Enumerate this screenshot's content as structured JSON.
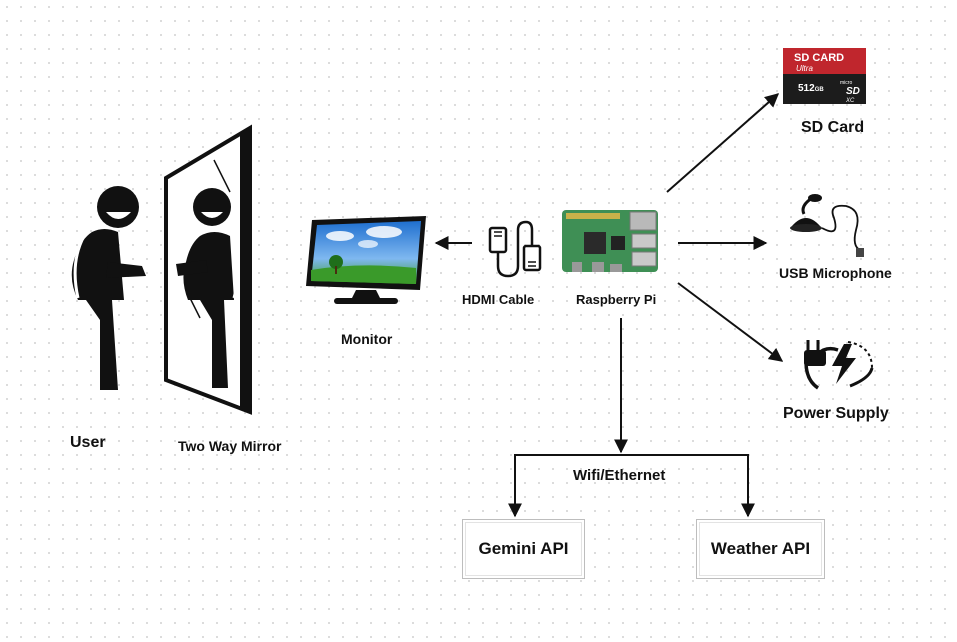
{
  "labels": {
    "user": "User",
    "mirror": "Two Way Mirror",
    "monitor": "Monitor",
    "hdmi": "HDMI Cable",
    "pi": "Raspberry Pi",
    "sd": "SD Card",
    "mic": "USB Microphone",
    "power": "Power Supply",
    "network": "Wifi/Ethernet"
  },
  "apis": [
    "Gemini API",
    "Weather API"
  ],
  "sd_card": {
    "brand": "SD CARD",
    "series": "Ultra",
    "capacity": "512",
    "capacity_unit": "GB",
    "micro": "micro",
    "sd": "SD",
    "xc": "XC"
  },
  "colors": {
    "ink": "#111111",
    "sd_red": "#c0262d",
    "sd_black": "#1c1c1c",
    "pi_green": "#3f8f55",
    "sky": "#2f7fd6",
    "grass": "#3a9a2a"
  }
}
